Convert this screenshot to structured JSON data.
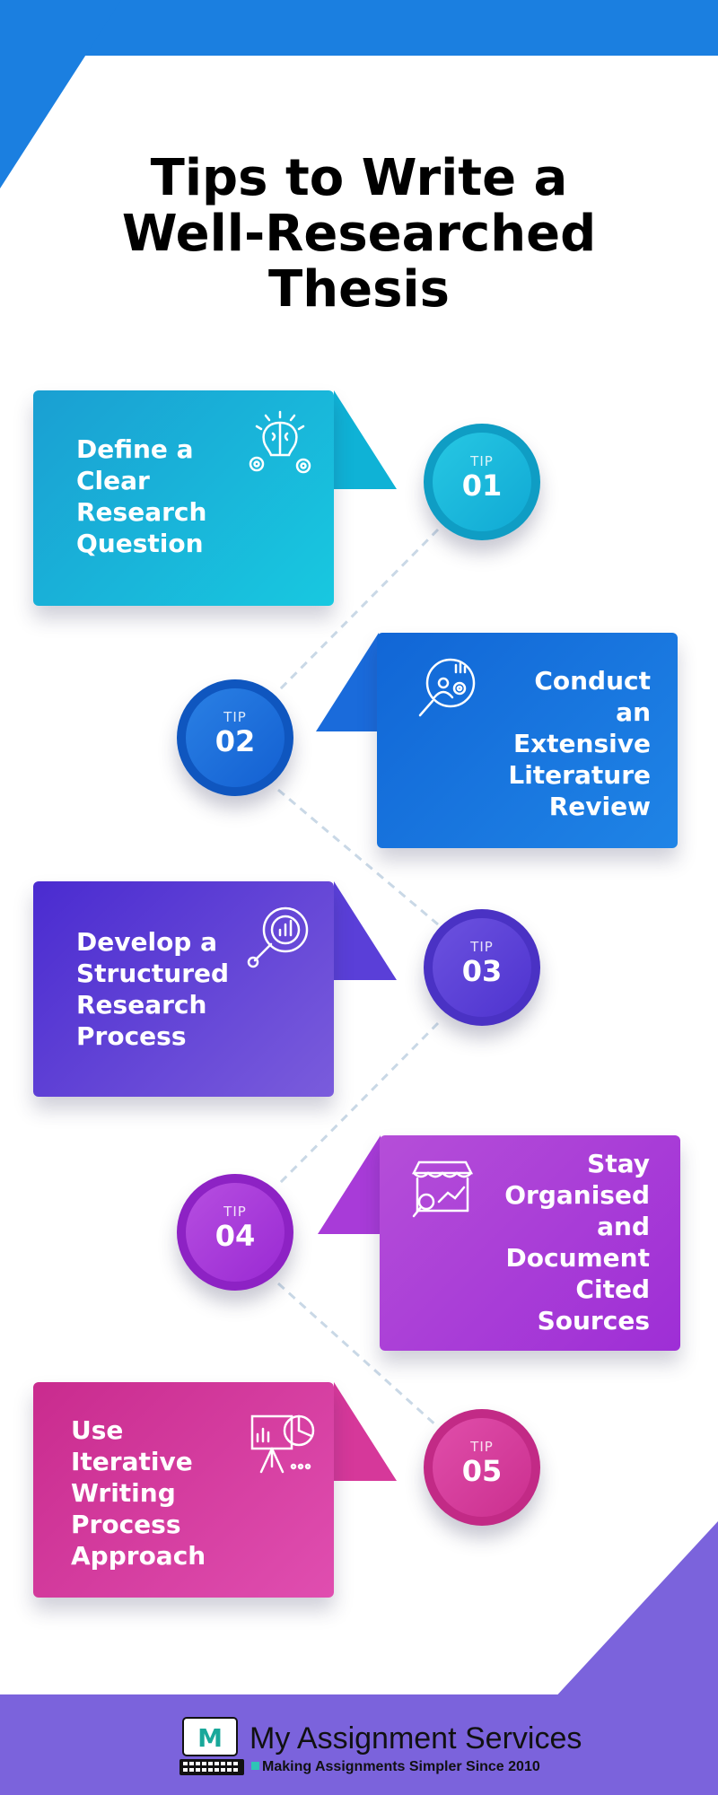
{
  "title_lines": [
    "Tips to Write a",
    "Well-Researched",
    "Thesis"
  ],
  "tips": [
    {
      "label": "TIP",
      "number": "01",
      "lines": [
        "Define a",
        "Clear",
        "Research",
        "Question"
      ],
      "icon": "brain-gears-icon"
    },
    {
      "label": "TIP",
      "number": "02",
      "lines": [
        "Conduct",
        "an",
        "Extensive",
        "Literature",
        "Review"
      ],
      "icon": "magnifier-research-icon"
    },
    {
      "label": "TIP",
      "number": "03",
      "lines": [
        "Develop a",
        "Structured",
        "Research",
        "Process"
      ],
      "icon": "gear-chart-wrench-icon"
    },
    {
      "label": "TIP",
      "number": "04",
      "lines": [
        "Stay",
        "Organised",
        "and",
        "Document",
        "Cited",
        "Sources"
      ],
      "icon": "market-stall-chart-icon"
    },
    {
      "label": "TIP",
      "number": "05",
      "lines": [
        "Use",
        "Iterative",
        "Writing",
        "Process",
        "Approach"
      ],
      "icon": "presentation-easel-icon"
    }
  ],
  "brand": {
    "name": "My Assignment Services",
    "tagline": "Making Assignments Simpler Since 2010",
    "logo_letter": "M"
  },
  "colors": {
    "top_blue": "#1b7fe0",
    "footer_purple": "#7b63dc",
    "tip1": "#13b5d8",
    "tip2": "#1565d8",
    "tip3": "#5b3fd6",
    "tip4": "#a236d6",
    "tip5": "#d63f9c"
  }
}
